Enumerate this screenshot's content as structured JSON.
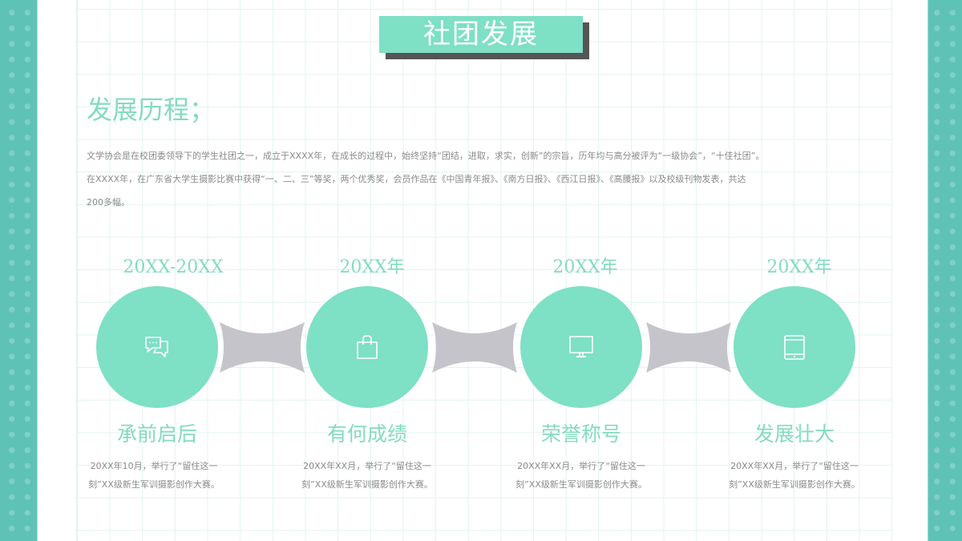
{
  "title": "社团发展",
  "section_heading": "发展历程；",
  "intro": {
    "lines": [
      "文学协会是在校团委领导下的学生社团之一，成立于XXXX年，在成长的过程中，始终坚持“团结，进取，求实，创新”的宗旨，历年均与高分被评为“一级协会”，“十佳社团”。",
      "在XXXX年，在广东省大学生摄影比赛中获得“一、二、三”等奖，两个优秀奖，会员作品在《中国青年报》、《南方日报》、《西江日报》、《高腰报》以及校级刊物发表，共达",
      "200多幅。"
    ]
  },
  "timeline": [
    {
      "year": "20XX-20XX",
      "icon": "chat-bubbles-icon",
      "title": "承前启后",
      "desc_lines": [
        "20XX年10月，举行了“留住这一",
        "刻”XX级新生军训摄影创作大赛。"
      ]
    },
    {
      "year": "20XX年",
      "icon": "shopping-bag-icon",
      "title": "有何成绩",
      "desc_lines": [
        "20XX年XX月，举行了“留住这一",
        "刻”XX级新生军训摄影创作大赛。"
      ]
    },
    {
      "year": "20XX年",
      "icon": "monitor-icon",
      "title": "荣誉称号",
      "desc_lines": [
        "20XX年XX月，举行了“留住这一",
        "刻”XX级新生军训摄影创作大赛。"
      ]
    },
    {
      "year": "20XX年",
      "icon": "tablet-icon",
      "title": "发展壮大",
      "desc_lines": [
        "20XX年XX月，举行了“留住这一",
        "刻”XX级新生军训摄影创作大赛。"
      ]
    }
  ],
  "colors": {
    "accent": "#7ee0c5",
    "accent_text": "#84dbc0",
    "side_band": "#5fc2b6",
    "connector": "#c6c4cb",
    "body_text": "#8a8a8a",
    "title_shadow": "#555555"
  }
}
